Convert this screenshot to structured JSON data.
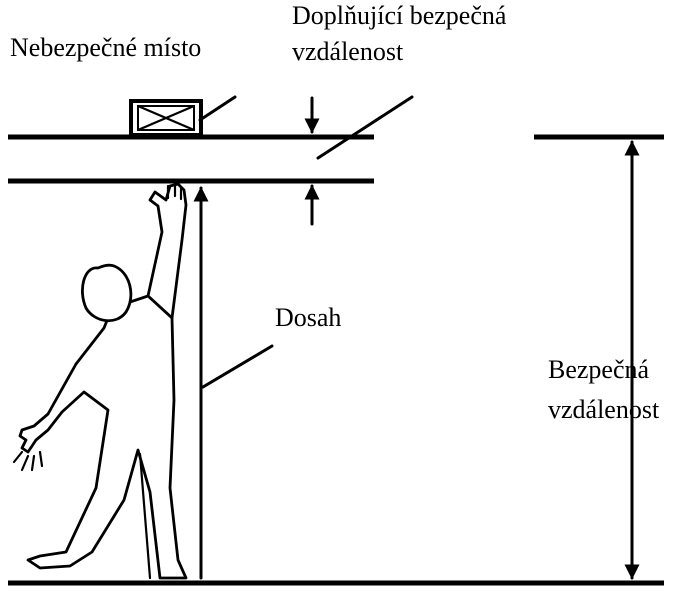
{
  "labels": {
    "danger_point": "Nebezpečné místo",
    "additional_distance_line1": "Doplňující bezpečná",
    "additional_distance_line2": "vzdálenost",
    "reach": "Dosah",
    "safety_distance_line1": "Bezpečná",
    "safety_distance_line2": "vzdálenost"
  },
  "colors": {
    "line": "#000000",
    "background": "#ffffff"
  }
}
